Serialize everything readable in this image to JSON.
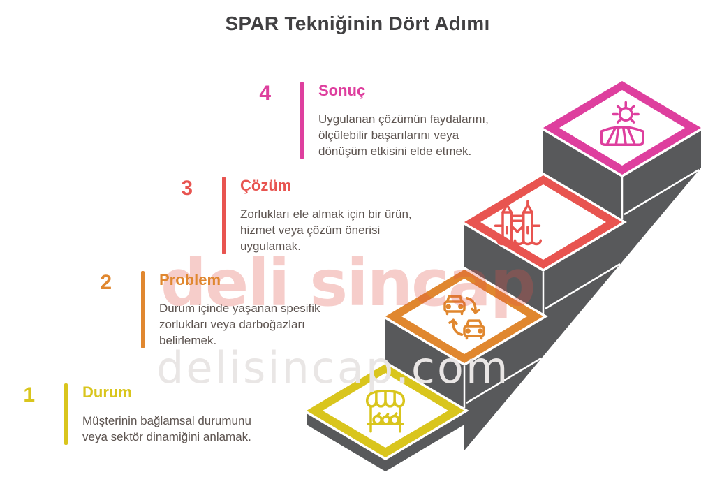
{
  "title": "SPAR Tekniğinin Dört Adımı",
  "watermark": {
    "line1": "deli sincap",
    "line2": "delisincap.com"
  },
  "colors": {
    "pink": "#DE3F9E",
    "red": "#E85450",
    "orange": "#E0872F",
    "yellow": "#D9C51D",
    "step_gray": "#58595B",
    "title_text": "#414042",
    "body_text": "#5D5450",
    "watermark_red": "#E05046",
    "watermark_gray": "#E9E6E5",
    "background": "#FFFFFF"
  },
  "steps": [
    {
      "number": "1",
      "title": "Durum",
      "description": "Müşterinin bağlamsal durumunu\nveya sektör dinamiğini anlamak.",
      "color": "yellow",
      "icon": "market-stall-icon"
    },
    {
      "number": "2",
      "title": "Problem",
      "description": "Durum içinde yaşanan spesifik\nzorlukları veya darboğazları\nbelirlemek.",
      "color": "orange",
      "icon": "cars-exchange-icon"
    },
    {
      "number": "3",
      "title": "Çözüm",
      "description": "Zorlukları ele almak için bir ürün,\nhizmet veya çözüm önerisi\nuygulamak.",
      "color": "red",
      "icon": "bridge-icon"
    },
    {
      "number": "4",
      "title": "Sonuç",
      "description": "Uygulanan çözümün faydalarını,\nölçülebilir başarılarını veya\ndönüşüm etkisini elde etmek.",
      "color": "pink",
      "icon": "sunrise-field-icon"
    }
  ]
}
